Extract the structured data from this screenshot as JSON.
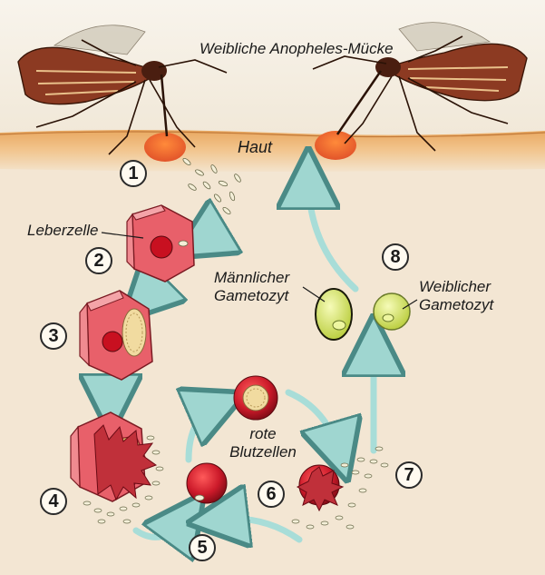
{
  "labels": {
    "mosquito": "Weibliche Anopheles-Mücke",
    "skin": "Haut",
    "liver_cell": "Leberzelle",
    "male_gametocyte": "Männlicher Gametozyt",
    "female_gametocyte": "Weiblicher Gametozyt",
    "red_blood_cells": "rote Blutzellen"
  },
  "steps": [
    "1",
    "2",
    "3",
    "4",
    "5",
    "6",
    "7",
    "8"
  ],
  "colors": {
    "sky": "#f6f1e6",
    "skin": "#f0c48a",
    "tissue": "#f3e6d3",
    "arrow": "#a8ddd8",
    "liver": "#e8606a",
    "blood_cell": "#cc1a2a",
    "gametocyte": "#d8e87a"
  }
}
